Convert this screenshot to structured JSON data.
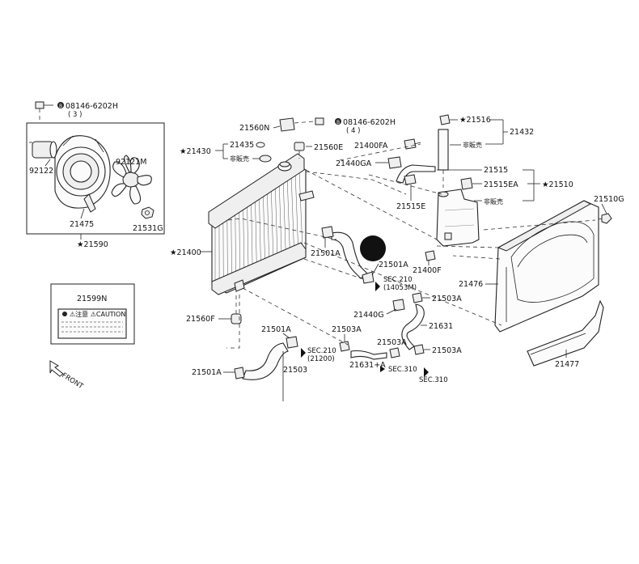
{
  "labels": {
    "bolt_left": "08146-6202H",
    "bolt_left_qty": "( 3 )",
    "part_92122": "92122",
    "part_92121M": "92121M",
    "part_21475": "21475",
    "part_21531G": "21531G",
    "part_21590": "21590",
    "part_21560N": "21560N",
    "bolt_center": "08146-6202H",
    "bolt_center_qty": "( 4 )",
    "part_21430": "21430",
    "part_21435": "21435",
    "not_sold_1": "非販売",
    "part_21560E": "21560E",
    "part_21400FA": "21400FA",
    "part_21440GA": "21440GA",
    "part_21516": "21516",
    "part_21432": "21432",
    "not_sold_2": "非販売",
    "part_21515": "21515",
    "part_21515EA": "21515EA",
    "part_21510": "21510",
    "not_sold_3": "非販売",
    "part_21515E": "21515E",
    "part_21510G": "21510G",
    "part_21400": "21400",
    "part_21501A_a": "21501A",
    "part_21501A_b": "21501A",
    "part_21400F": "21400F",
    "sec_210_a": "SEC.210",
    "sec_210_a_ref": "(14053M)",
    "part_21476": "21476",
    "part_21599N": "21599N",
    "caution_text": "⚠注意 ⚠CAUTION",
    "part_21503A_a": "21503A",
    "part_21440G": "21440G",
    "part_21560F": "21560F",
    "part_21501A_c": "21501A",
    "part_21503A_b": "21503A",
    "part_21631": "21631",
    "sec_210_b": "SEC.210",
    "sec_210_b_ref": "(21200)",
    "part_21503A_c": "21503A",
    "part_21503A_d": "21503A",
    "part_21631A": "21631+A",
    "sec_310_a": "SEC.310",
    "sec_310_b": "SEC.310",
    "part_21501A_d": "21501A",
    "part_21503": "21503",
    "part_21477": "21477",
    "front": "FRONT"
  }
}
